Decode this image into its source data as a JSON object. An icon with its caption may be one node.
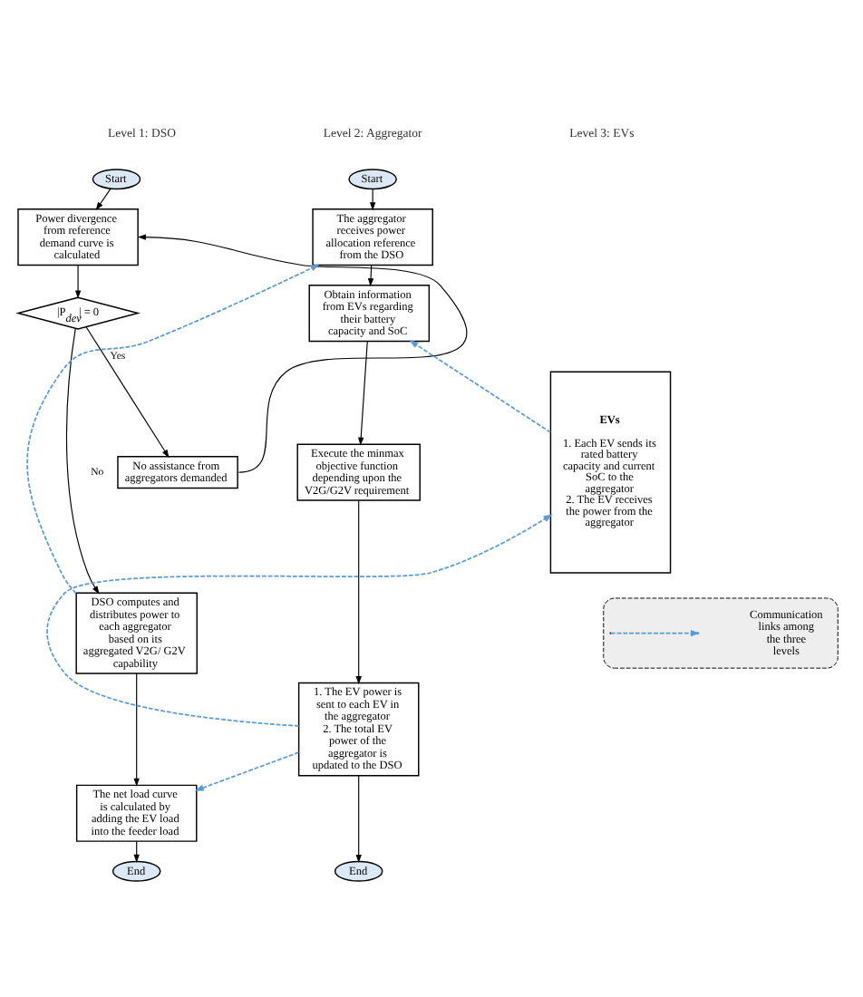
{
  "diagram": {
    "nodes": [
      {
        "text": [
          "Start"
        ]
      },
      {
        "text": [
          "Power divergence from reference demand curve is calculated"
        ]
      },
      {
        "text": [
          "|P$_{dev}$| = 0"
        ]
      },
      {
        "text": [
          "No assistance from aggregators demanded"
        ]
      },
      {
        "text": [
          "DSO computes and distributes power to each aggregator based on its aggregated V2G/ G2V capability"
        ]
      },
      {
        "text": [
          "The net load curve is calculated by adding the EV load into the feeder load"
        ]
      },
      {
        "text": [
          "End"
        ]
      },
      {
        "text": [
          "Start"
        ]
      },
      {
        "text": [
          "The aggregator receives power allocation reference from the DSO"
        ]
      },
      {
        "text": [
          "Obtain information from EVs regarding their battery capacity and SoC"
        ]
      },
      {
        "text": [
          "Execute the minmax objective function depending upon the V2G/G2V requirement"
        ]
      },
      {
        "text": [
          "1. The EV power is sent to each EV in the aggregator",
          "2. The total EV power of the aggregator is updated to the DSO"
        ]
      },
      {
        "text": [
          "End"
        ]
      },
      {
        "text": [
          "EVs",
          "1. Each EV sends its rated battery capacity and current SoC to the aggregator",
          "2. The EV receives the power from the aggregator"
        ]
      },
      {
        "text": [],
        "shape": "box"
      }
    ],
    "edges": [
      {
        "from": 0,
        "to": 1,
        "arrow": "to"
      },
      {
        "from": 1,
        "to": 2,
        "arrow": "to"
      },
      {
        "from": 2,
        "to": 3,
        "label": "Yes",
        "arrow": "to"
      },
      {
        "from": 3,
        "to": 1,
        "arrow": "to"
      },
      {
        "from": 2,
        "to": 4,
        "label": "No",
        "arrow": "to"
      },
      {
        "from": 4,
        "to": 5,
        "arrow": "to"
      },
      {
        "from": 5,
        "to": 6,
        "arrow": "to"
      },
      {
        "from": 7,
        "to": 8,
        "arrow": "to"
      },
      {
        "from": 8,
        "to": 9,
        "arrow": "to"
      },
      {
        "from": 9,
        "to": 10,
        "arrow": "to"
      },
      {
        "from": 10,
        "to": 11,
        "arrow": "to"
      },
      {
        "from": 11,
        "to": 12,
        "arrow": "to"
      },
      {
        "from": 4,
        "to": 8,
        "arrow": "to",
        "style": "dashed",
        "color": "#5b9bd5"
      },
      {
        "from": 13,
        "to": 9,
        "arrow": "to",
        "style": "dashed",
        "color": "#5b9bd5"
      },
      {
        "from": 11,
        "to": 13,
        "arrow": "to",
        "style": "dashed",
        "color": "#5b9bd5"
      },
      {
        "from": 11,
        "to": 5,
        "arrow": "to",
        "style": "dashed",
        "color": "#5b9bd5"
      }
    ],
    "labels": [
      "Level 1: DSO",
      "Level 2: Aggregator",
      "Level 3: EVs"
    ],
    "legend": [
      {
        "text": "Communication links among the three levels"
      }
    ]
  }
}
